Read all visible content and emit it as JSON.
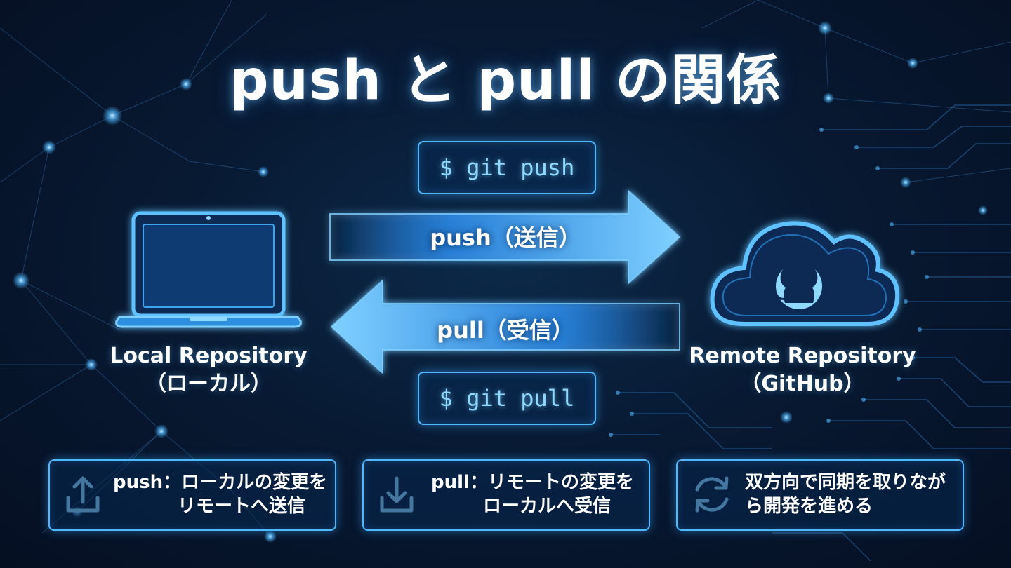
{
  "title": "push と pull の関係",
  "commands": {
    "push": "$ git push",
    "pull": "$ git pull"
  },
  "arrows": {
    "push_label": "push（送信）",
    "pull_label": "pull（受信）"
  },
  "local": {
    "name": "Local Repository",
    "sub": "（ローカル）",
    "icon": "laptop-icon"
  },
  "remote": {
    "name": "Remote Repository",
    "sub": "（GitHub）",
    "icon": "cloud-github-icon"
  },
  "info": [
    {
      "icon": "upload-icon",
      "line1": "push：ローカルの変更を",
      "line2": "リモートへ送信"
    },
    {
      "icon": "download-icon",
      "line1": "pull：リモートの変更を",
      "line2": "ローカルへ受信"
    },
    {
      "icon": "sync-icon",
      "line1": "双方向で同期を取りなが",
      "line2": "ら開発を進める"
    }
  ],
  "colors": {
    "accent": "#4fb8ff",
    "glow": "#8fd8ff",
    "background": "#081a33"
  }
}
